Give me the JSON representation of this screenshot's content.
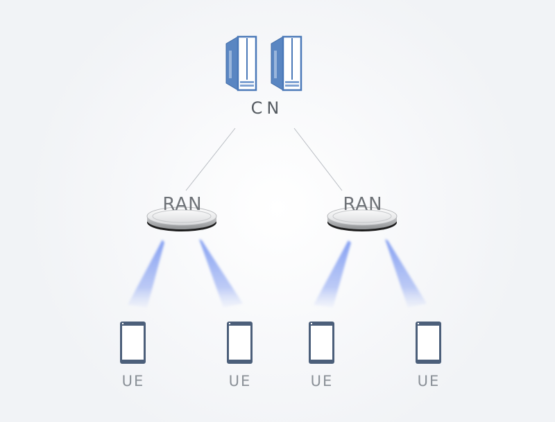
{
  "diagram": {
    "title": "",
    "core": {
      "label": "CN",
      "icon": "server-icon",
      "count": 2
    },
    "ran_nodes": [
      {
        "label": "RAN",
        "icon": "base-station-icon"
      },
      {
        "label": "RAN",
        "icon": "base-station-icon"
      }
    ],
    "ues": [
      {
        "label": "UE",
        "icon": "phone-icon",
        "parent": 0
      },
      {
        "label": "UE",
        "icon": "phone-icon",
        "parent": 0
      },
      {
        "label": "UE",
        "icon": "phone-icon",
        "parent": 1
      },
      {
        "label": "UE",
        "icon": "phone-icon",
        "parent": 1
      }
    ],
    "edges": [
      {
        "from": "CN",
        "to": "RAN-1",
        "type": "wired"
      },
      {
        "from": "CN",
        "to": "RAN-2",
        "type": "wired"
      },
      {
        "from": "RAN-1",
        "to": "UE-1",
        "type": "wireless-beam"
      },
      {
        "from": "RAN-1",
        "to": "UE-2",
        "type": "wireless-beam"
      },
      {
        "from": "RAN-2",
        "to": "UE-3",
        "type": "wireless-beam"
      },
      {
        "from": "RAN-2",
        "to": "UE-4",
        "type": "wireless-beam"
      }
    ],
    "colors": {
      "server_blue": "#4a78b8",
      "beam_blue": "#6f8ff0",
      "phone_slate": "#4c5f7a",
      "link_gray": "#b8bcc2"
    }
  }
}
